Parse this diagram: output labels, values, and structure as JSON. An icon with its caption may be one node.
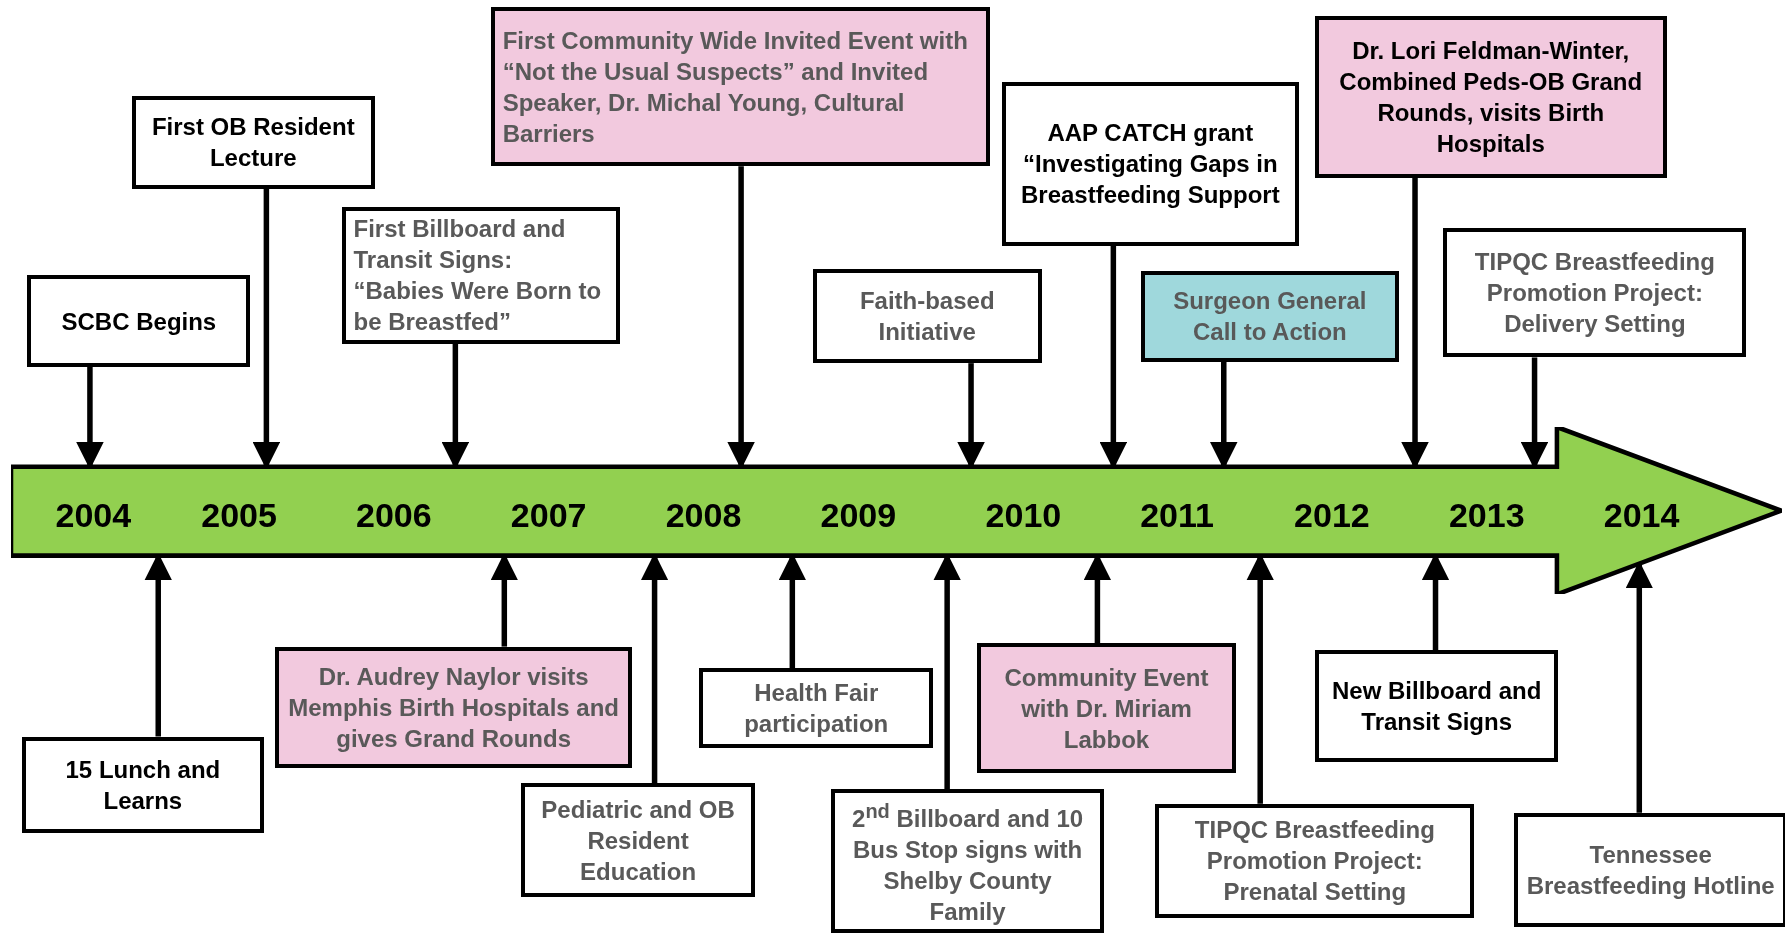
{
  "diagram": {
    "nodes": [
      {
        "text": [
          "2004",
          "2005",
          "2006",
          "2007",
          "2008",
          "2009",
          "2010",
          "2011",
          "2012",
          "2013",
          "2014"
        ]
      },
      {
        "text": [
          "SCBC Begins"
        ]
      },
      {
        "text": [
          "First OB Resident Lecture"
        ]
      },
      {
        "text": [
          "First Billboard and Transit Signs: “Babies Were Born to be Breastfed”"
        ]
      },
      {
        "text": [
          "First Community Wide Invited Event with “Not the Usual Suspects” and Invited Speaker, Dr. Michal Young, Cultural Barriers"
        ]
      },
      {
        "text": [
          "Faith-based Initiative"
        ]
      },
      {
        "text": [
          "AAP CATCH grant “Investigating Gaps in Breastfeeding Support"
        ]
      },
      {
        "text": [
          "Surgeon General Call to Action"
        ]
      },
      {
        "text": [
          "Dr. Lori Feldman-Winter, Combined Peds-OB Grand Rounds, visits Birth Hospitals"
        ]
      },
      {
        "text": [
          "TIPQC Breastfeeding Promotion Project: Delivery Setting"
        ]
      },
      {
        "text": [
          "15 Lunch and Learns"
        ]
      },
      {
        "text": [
          "Dr. Audrey Naylor visits Memphis Birth Hospitals and gives Grand Rounds"
        ]
      },
      {
        "text": [
          "Pediatric and OB Resident Education"
        ]
      },
      {
        "text": [
          "Health Fair participation"
        ]
      },
      {
        "text": [
          "2$^{nd}$ Billboard and 10 Bus Stop signs with Shelby County Family"
        ]
      },
      {
        "text": [
          "Community Event with Dr. Miriam Labbok"
        ]
      },
      {
        "text": [
          "TIPQC Breastfeeding Promotion Project: Prenatal Setting"
        ]
      },
      {
        "text": [
          "New Billboard and Transit Signs"
        ]
      },
      {
        "text": [
          "Tennessee Breastfeeding Hotline"
        ]
      }
    ],
    "edges": [
      {
        "from": 1,
        "to": 0,
        "arrow": "to"
      },
      {
        "from": 2,
        "to": 0,
        "arrow": "to"
      },
      {
        "from": 3,
        "to": 0,
        "arrow": "to"
      },
      {
        "from": 4,
        "to": 0,
        "arrow": "to"
      },
      {
        "from": 5,
        "to": 0,
        "arrow": "to"
      },
      {
        "from": 6,
        "to": 0,
        "arrow": "to"
      },
      {
        "from": 7,
        "to": 0,
        "arrow": "to"
      },
      {
        "from": 8,
        "to": 0,
        "arrow": "to"
      },
      {
        "from": 9,
        "to": 0,
        "arrow": "to"
      },
      {
        "from": 10,
        "to": 0,
        "arrow": "to"
      },
      {
        "from": 11,
        "to": 0,
        "arrow": "to"
      },
      {
        "from": 12,
        "to": 0,
        "arrow": "to"
      },
      {
        "from": 13,
        "to": 0,
        "arrow": "to"
      },
      {
        "from": 14,
        "to": 0,
        "arrow": "to"
      },
      {
        "from": 15,
        "to": 0,
        "arrow": "to"
      },
      {
        "from": 16,
        "to": 0,
        "arrow": "to"
      },
      {
        "from": 17,
        "to": 0,
        "arrow": "to"
      },
      {
        "from": 18,
        "to": 0,
        "arrow": "to"
      }
    ]
  }
}
